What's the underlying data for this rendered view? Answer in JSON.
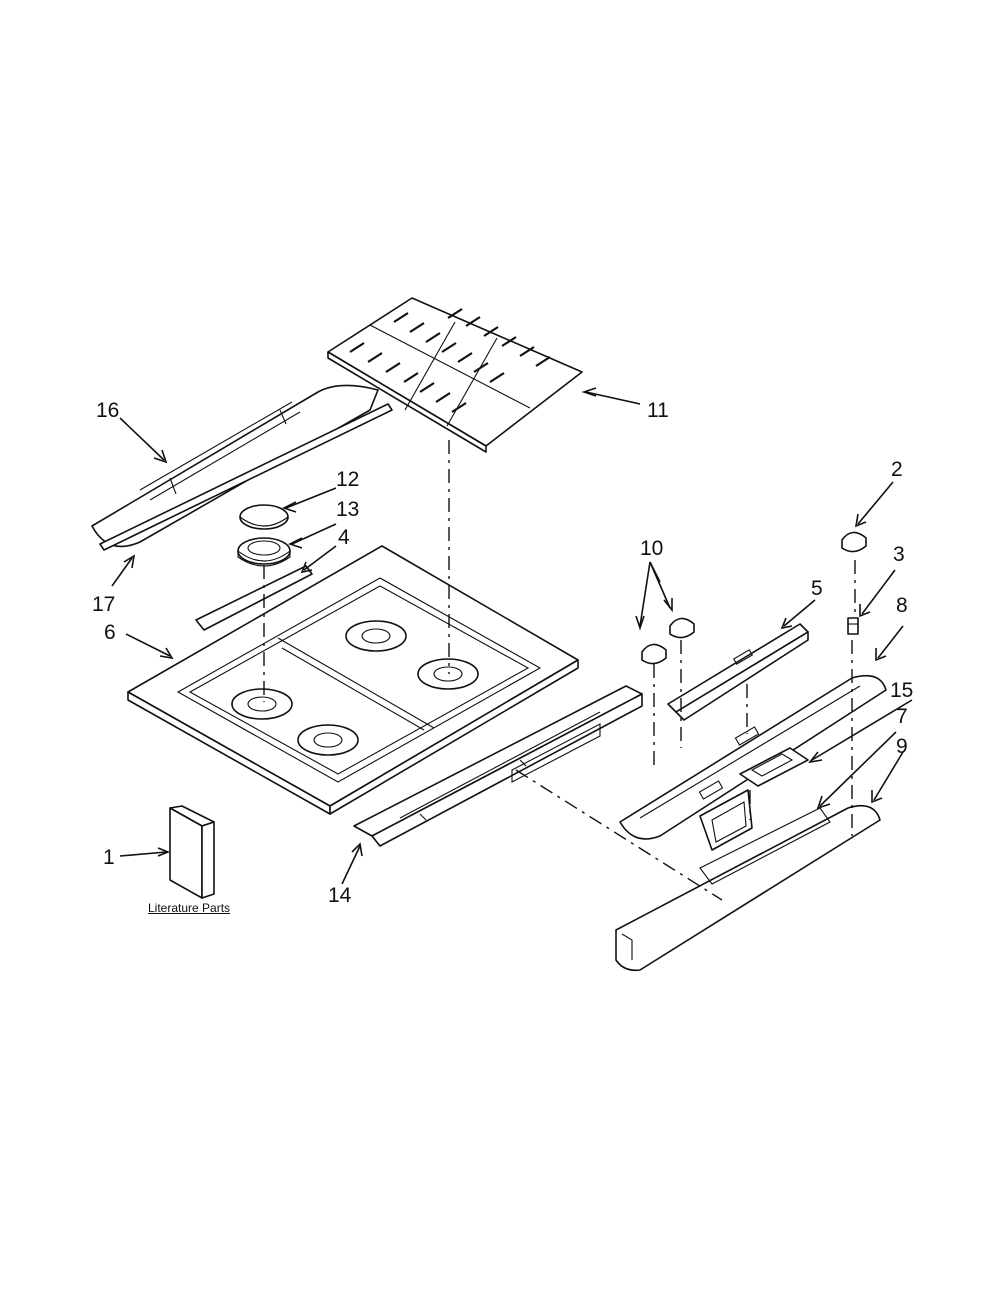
{
  "callouts": {
    "c1": "1",
    "c2": "2",
    "c3": "3",
    "c4": "4",
    "c5": "5",
    "c6": "6",
    "c7": "7",
    "c8": "8",
    "c9": "9",
    "c10": "10",
    "c11": "11",
    "c12": "12",
    "c13": "13",
    "c14": "14",
    "c15": "15",
    "c16": "16",
    "c17": "17"
  },
  "literature_label": "Literature Parts",
  "colors": {
    "line": "#111111",
    "background": "#ffffff"
  }
}
